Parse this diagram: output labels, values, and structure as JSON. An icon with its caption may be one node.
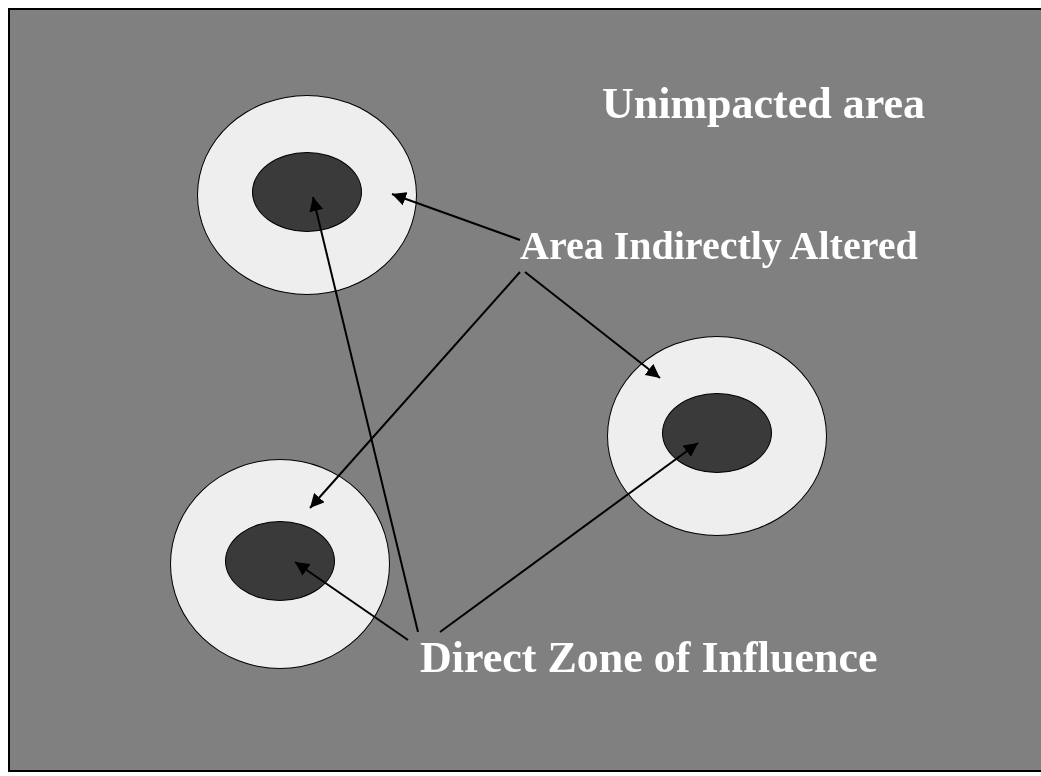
{
  "diagram": {
    "nodes": [
      {
        "text": [],
        "shape": "circle"
      },
      {
        "text": [],
        "shape": "circle",
        "in": 0
      },
      {
        "text": [
          "Area Indirectly Altered"
        ]
      },
      {
        "text": [],
        "shape": "circle"
      },
      {
        "text": [],
        "shape": "circle",
        "in": 3
      },
      {
        "text": [],
        "shape": "circle"
      },
      {
        "text": [],
        "shape": "circle",
        "in": 5
      },
      {
        "text": [
          "Direct Zone of Influence"
        ]
      }
    ],
    "edges": [
      {
        "from": 2,
        "to": 0,
        "arrow": "to"
      },
      {
        "from": 2,
        "to": 3,
        "arrow": "to"
      },
      {
        "from": 2,
        "to": 5,
        "arrow": "to"
      },
      {
        "from": 7,
        "to": 1,
        "arrow": "to"
      },
      {
        "from": 7,
        "to": 6,
        "arrow": "to"
      },
      {
        "from": 7,
        "to": 4,
        "arrow": "to"
      }
    ],
    "labels": [
      "Unimpacted area"
    ]
  }
}
